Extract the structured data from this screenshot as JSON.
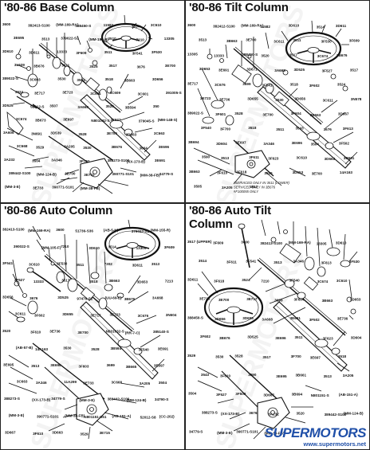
{
  "panels": [
    {
      "title": "'80-86 Base Column",
      "labels": [
        "3600",
        "382413-S100",
        "(MM-169-RA)",
        "388450-S",
        "11582",
        "3514",
        "3C610",
        "3E695",
        "3513",
        "379022-S2",
        "(MM-155-R)",
        "3510",
        "7210",
        "13305",
        "3D610",
        "3D611",
        "13333",
        "3F609",
        "3511",
        "3F541",
        "3F530",
        "3L539",
        "3B676",
        "3511",
        "3525",
        "3517",
        "3676",
        "3E700",
        "389022-S",
        "3C603",
        "3530",
        "3503",
        "3518",
        "3B663",
        "3D656",
        "3524",
        "3E717",
        "3E723",
        "3C611",
        "3C609",
        "3C601",
        "391005-S",
        "3D525",
        "52012-S",
        "3507",
        "3A668",
        "3520",
        "3B594",
        "350",
        "3C674",
        "3B673",
        "3E697",
        "N801032-S",
        "3F527",
        "379045-S",
        "(MM-148-S)",
        "3A606",
        "3N691",
        "3D539",
        "3528",
        "3E700",
        "3D663",
        "3C663",
        "3C668",
        "3529",
        "3A205",
        "3530",
        "3B676",
        "3604",
        "3E696",
        "3A232",
        "3504",
        "3A346",
        "3F702",
        "388273-S100",
        "(XX-173-B)",
        "3E691",
        "389442-S100",
        "(MM-124-B)",
        "3E700",
        "3E702",
        "390771-S101",
        "(MM-38-FB)",
        "34779-S",
        "(MM-3-E)",
        "3E733",
        "390771-S101",
        "(MM-38-FB)"
      ]
    },
    {
      "title": "'80-86 Tilt Column",
      "labels": [
        "3600",
        "382412-S100",
        "(MM-169-RA)",
        "11582",
        "3D610",
        "3514",
        "3D611",
        "3513",
        "3B663",
        "3E700",
        "3C611",
        "3511",
        "3F530",
        "3F609",
        "13305",
        "13333",
        "388450-S",
        "3520",
        "3517",
        "3C674",
        "3B676",
        "3D653",
        "3E691",
        "3D671",
        "3A668",
        "3D525",
        "3F527",
        "3517",
        "3E717",
        "3C676",
        "3699",
        "3F541",
        "3518",
        "3F602",
        "3524",
        "3E723",
        "3E736",
        "3D655",
        "3530",
        "3D656",
        "3C611",
        "3N578",
        "389022-S",
        "3F601",
        "3528",
        "3E700",
        "3F604",
        "3B663",
        "3D667",
        "3F540",
        "3F700",
        "3518",
        "3511",
        "3543",
        "3676",
        "3F613",
        "3B694",
        "3D604",
        "3E697",
        "3A346",
        "3E696",
        "3504",
        "3F502",
        "3590",
        "3513",
        "3F611",
        "3F623",
        "3C610",
        "3D668",
        "3B661",
        "3B663",
        "3F610",
        "3F618",
        "3529",
        "3D653",
        "3E700",
        "14A163",
        "3505",
        "3A205",
        "3517"
      ],
      "notes": [
        "*SERVICED ONLY IN 3511 (LOWER)",
        "SERVICED ONLY IN 3B676",
        "#F100055 ONLY"
      ]
    },
    {
      "title": "'80-86 Auto Column",
      "labels": [
        "382413-S100",
        "(MM-169-RA)",
        "3600",
        "51736-S36",
        "(AB-5-N)",
        "379022-S2",
        "(MM-155-R)",
        "390022-S",
        "(MM-105-F)",
        "7210",
        "3D610",
        "3514",
        "13305",
        "3F609",
        "3F541",
        "3C610",
        "3F530",
        "3511",
        "7302",
        "3D611",
        "3513",
        "3F527",
        "13333",
        "3517",
        "3518",
        "3B663",
        "3D653",
        "7213",
        "3D656",
        "3676",
        "3D525",
        "97476-S2",
        "(UU-69-E)",
        "3B676",
        "3A668",
        "3C611",
        "3F602",
        "3D655",
        "3E717",
        "3E723",
        "3C676",
        "3N604",
        "3520",
        "3F610",
        "3E736",
        "3E700",
        "N801032-S",
        "(RR-7-C)",
        "385140-S",
        "(AB-57-B)",
        "14A163",
        "3530",
        "3528",
        "3B594",
        "3F540",
        "3E691",
        "3E695",
        "3513",
        "3E696",
        "3F603",
        "3699",
        "3B665",
        "3E697",
        "3C663",
        "3A346",
        "11A299",
        "3E733",
        "3C668",
        "3A205",
        "3504",
        "388273-S",
        "(XX-173-B)",
        "34779-S",
        "(MM-3-E)",
        "389442-S100",
        "(MM-124-B)",
        "34790-S",
        "(MM-3-E)",
        "390771-S101",
        "(MM-38-FB)",
        "N801151-S51",
        "(AB-151-A)",
        "52012-S8",
        "(CC-202)",
        "3D667",
        "3F610",
        "3D663",
        "3529",
        "3E715"
      ]
    },
    {
      "title": "'80-86 Auto Tilt Column",
      "labels": [
        "3517 (UPPER)",
        "3F609",
        "3600",
        "382413-S100",
        "(MM-169-RA)",
        "13305",
        "3D610",
        "3514",
        "3F611",
        "3F541",
        "3513",
        "3A346",
        "3F613",
        "3F530",
        "3D611",
        "3F618",
        "3524",
        "7210",
        "3F540",
        "3C674",
        "3C610",
        "3E723",
        "3E700",
        "3E717",
        "3699",
        "3F604",
        "3B663",
        "3D653",
        "388450-S",
        "3D656",
        "3D655",
        "3A668",
        "3E691",
        "3F502",
        "3E736",
        "3F602",
        "3B676",
        "3D525",
        "3E696",
        "3511",
        "3F623",
        "3D604",
        "3529",
        "3530",
        "3528",
        "3517",
        "3F700",
        "3E697",
        "3518",
        "3543",
        "3F610",
        "3590",
        "3E695",
        "3B661",
        "3513",
        "3A205",
        "3504",
        "3F527",
        "3F500",
        "3D667",
        "3B694",
        "N801151-S",
        "(AB-151-A)",
        "388273-S",
        "(XX-173-B)",
        "3676",
        "3A232",
        "3520",
        "389442-S100",
        "(MM-124-B)",
        "34779-S",
        "(MM-3-E)",
        "390771-S101",
        "(MM-38-FB)"
      ]
    }
  ],
  "branding": {
    "logo_text": "SUPERMOTORS",
    "url": "www.supermotors.net"
  },
  "colors": {
    "ink": "#111111",
    "background": "#ffffff",
    "brand": "#1f4fa8",
    "watermark": "#a0a0a0"
  }
}
